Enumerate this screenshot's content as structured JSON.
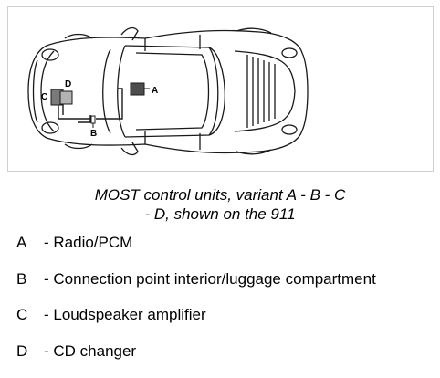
{
  "figure": {
    "labels": {
      "a": "A",
      "b": "B",
      "c": "C",
      "d": "D"
    }
  },
  "caption": {
    "line1": "MOST control units, variant A - B - C",
    "line2": "- D, shown on the 911"
  },
  "legend": [
    {
      "key": "A",
      "text": "- Radio/PCM"
    },
    {
      "key": "B",
      "text": "- Connection point interior/luggage compartment"
    },
    {
      "key": "C",
      "text": "- Loudspeaker amplifier"
    },
    {
      "key": "D",
      "text": "- CD changer"
    }
  ],
  "colors": {
    "unit_dark": "#4d4d4d",
    "unit_mid": "#7a7a7a",
    "unit_light": "#b3b3b3",
    "line": "#1a1a1a",
    "frame": "#cfcfcf"
  }
}
